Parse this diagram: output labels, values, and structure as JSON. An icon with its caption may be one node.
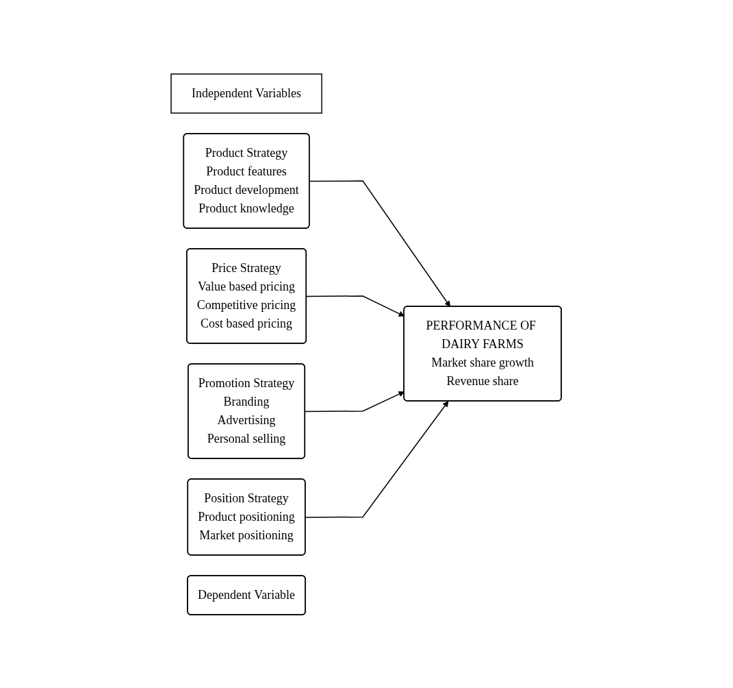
{
  "diagram": {
    "nodes": [
      {
        "text": [
          "Independent Variables"
        ]
      },
      {
        "text": [
          "Product Strategy",
          "Product features",
          "Product development",
          "Product knowledge"
        ]
      },
      {
        "text": [
          "Price Strategy",
          "Value based pricing",
          "Competitive pricing",
          "Cost based pricing"
        ]
      },
      {
        "text": [
          "Promotion Strategy",
          "Branding",
          "Advertising",
          "Personal selling"
        ]
      },
      {
        "text": [
          "Position Strategy",
          "Product positioning",
          "Market positioning"
        ]
      },
      {
        "text": [
          "Dependent Variable"
        ]
      },
      {
        "text": [
          "PERFORMANCE OF DAIRY FARMS",
          "Market share growth",
          "Revenue share"
        ]
      }
    ],
    "edges": [
      {
        "from": 1,
        "to": 6,
        "arrow": "to"
      },
      {
        "from": 2,
        "to": 6,
        "arrow": "to"
      },
      {
        "from": 3,
        "to": 6,
        "arrow": "to"
      },
      {
        "from": 4,
        "to": 6,
        "arrow": "to"
      }
    ]
  }
}
